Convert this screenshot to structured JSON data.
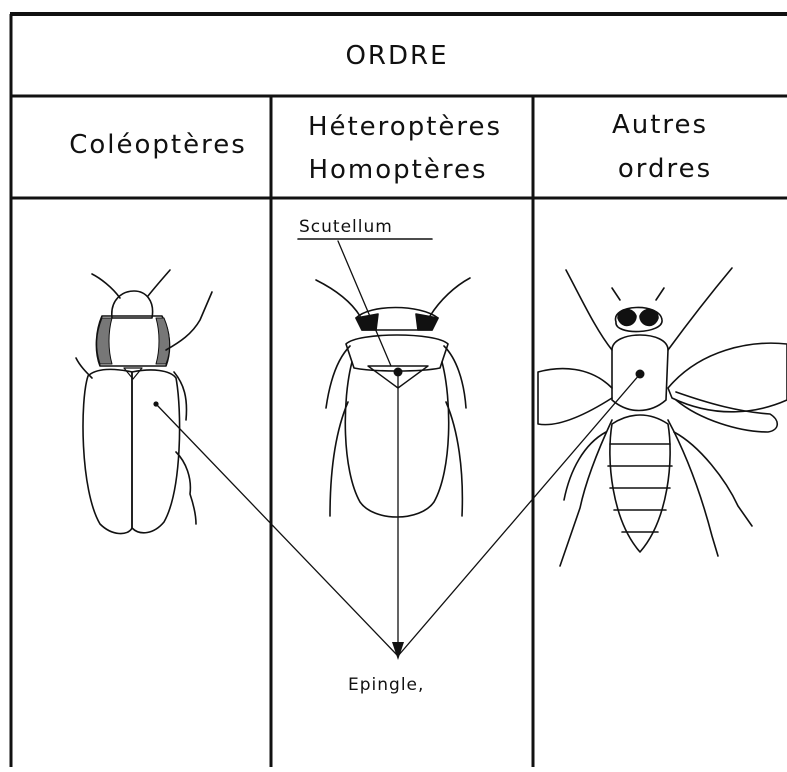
{
  "table": {
    "header": "ORDRE",
    "columns": [
      {
        "lines": [
          "Coléoptères"
        ]
      },
      {
        "lines": [
          "Héteroptères",
          "Homoptères"
        ]
      },
      {
        "lines": [
          "Autres",
          "ordres"
        ]
      }
    ]
  },
  "labels": {
    "scutellum": "Scutellum",
    "epingle": "Epingle,"
  }
}
